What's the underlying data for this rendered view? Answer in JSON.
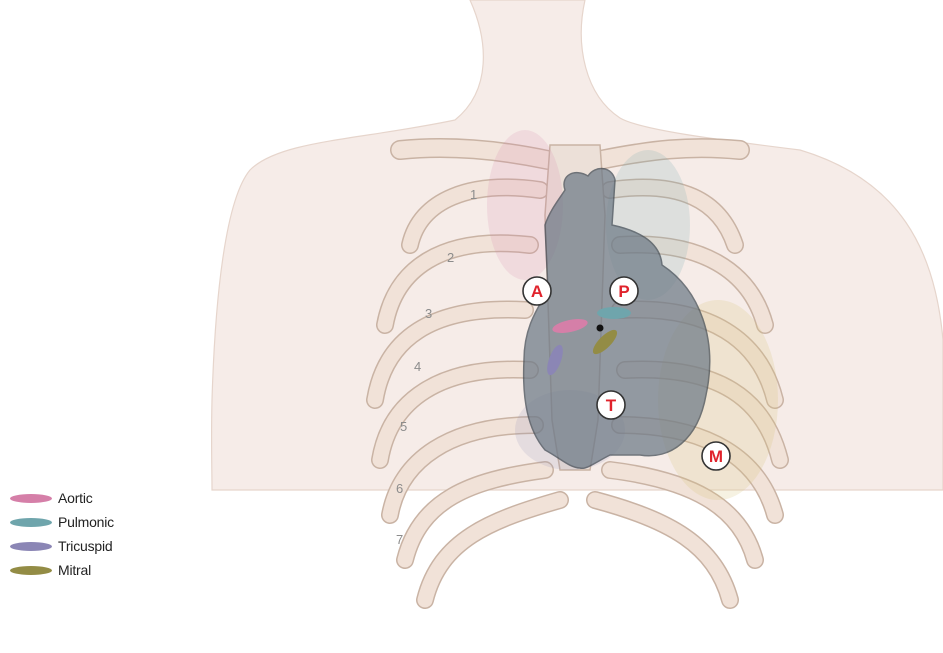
{
  "ribs": [
    "1",
    "2",
    "3",
    "4",
    "5",
    "6",
    "7"
  ],
  "markers": {
    "aortic": "A",
    "pulmonic": "P",
    "tricuspid": "T",
    "mitral": "M"
  },
  "legend": [
    {
      "label": "Aortic",
      "color": "#d57fa8"
    },
    {
      "label": "Pulmonic",
      "color": "#6fa5ac"
    },
    {
      "label": "Tricuspid",
      "color": "#8b86b5"
    },
    {
      "label": "Mitral",
      "color": "#938c45"
    }
  ],
  "colors": {
    "skin": "#f6ece8",
    "rib": "#f1e2d8",
    "rib_outline": "#c9b3a4",
    "heart": "#6d7a87",
    "marker_text": "#e0232c"
  }
}
